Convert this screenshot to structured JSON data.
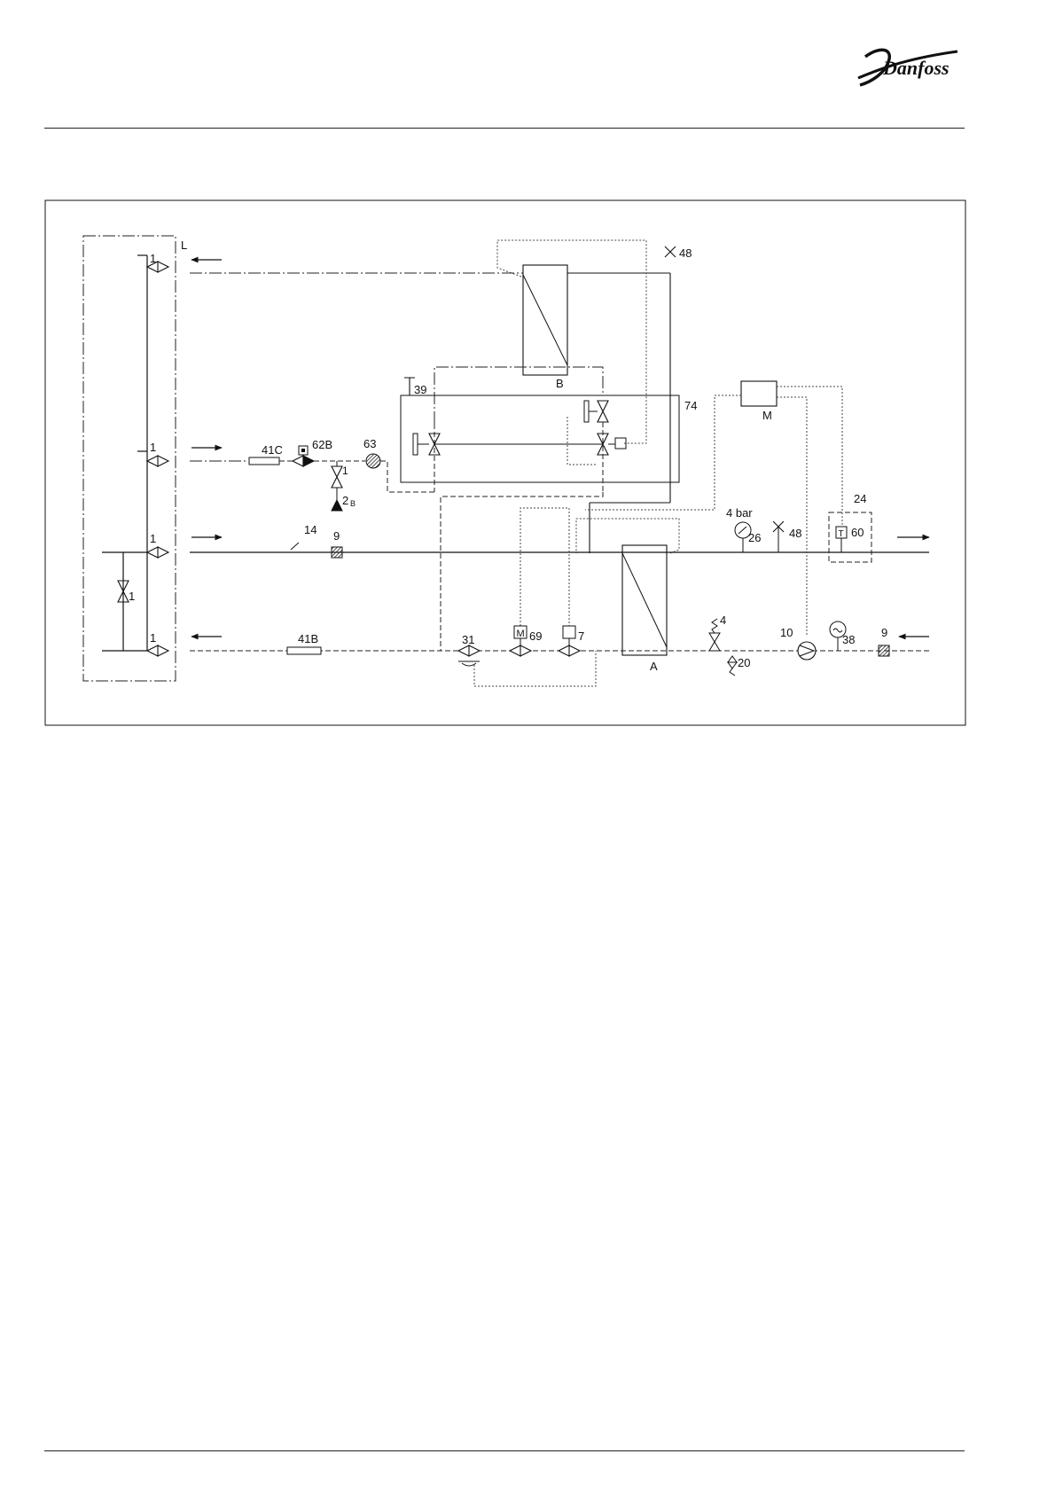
{
  "header": {
    "logo_text": "Danfoss"
  },
  "diagram": {
    "labels": {
      "L": "L",
      "v1_top": "1",
      "v1_mid": "1",
      "v1_flow": "1",
      "v1_return": "1",
      "v1_bypass": "1",
      "c41C": "41C",
      "c62B": "62B",
      "c63": "63",
      "c1_small": "1",
      "c2B": "2",
      "c2B_sub": "B",
      "c39": "39",
      "c74": "74",
      "hexB": "B",
      "hexA": "A",
      "c48_top": "48",
      "c48_mid": "48",
      "c14": "14",
      "c9_left": "9",
      "c9_right": "9",
      "c41B": "41B",
      "c31": "31",
      "c69": "69",
      "c7": "7",
      "c4": "4",
      "c20": "20",
      "c10": "10",
      "c38": "38",
      "bar": "4 bar",
      "c26": "26",
      "c24": "24",
      "c60": "60",
      "M_box": "M",
      "M_small": "M",
      "T_small": "T"
    }
  }
}
